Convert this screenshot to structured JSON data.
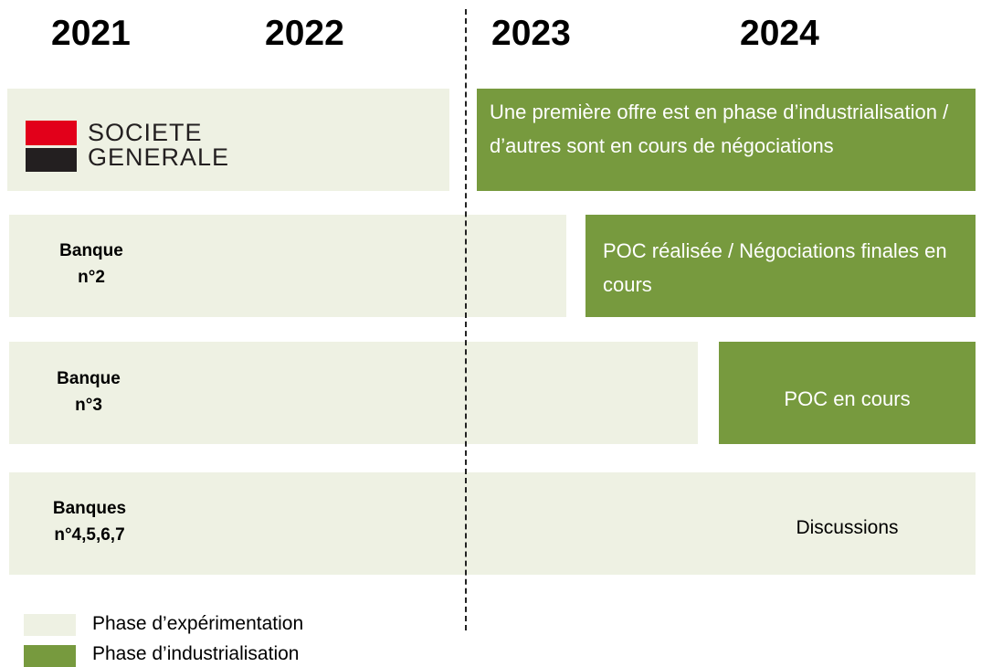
{
  "years": [
    "2021",
    "2022",
    "2023",
    "2024"
  ],
  "colors": {
    "experimentation": "#eef1e3",
    "industrialisation": "#779a3e"
  },
  "rows": [
    {
      "logo": {
        "line1": "SOCIETE",
        "line2": "GENERALE"
      },
      "industrialisation_text": "Une première offre est en phase d’industrialisation / d’autres sont en cours de négociations"
    },
    {
      "label_line1": "Banque",
      "label_line2": "n°2",
      "industrialisation_text": "POC réalisée / Négociations finales en cours"
    },
    {
      "label_line1": "Banque",
      "label_line2": "n°3",
      "industrialisation_text": "POC en cours"
    },
    {
      "label_line1": "Banques",
      "label_line2": "n°4,5,6,7",
      "status_text": "Discussions"
    }
  ],
  "legend": {
    "experimentation": "Phase d’expérimentation",
    "industrialisation": "Phase d’industrialisation"
  }
}
